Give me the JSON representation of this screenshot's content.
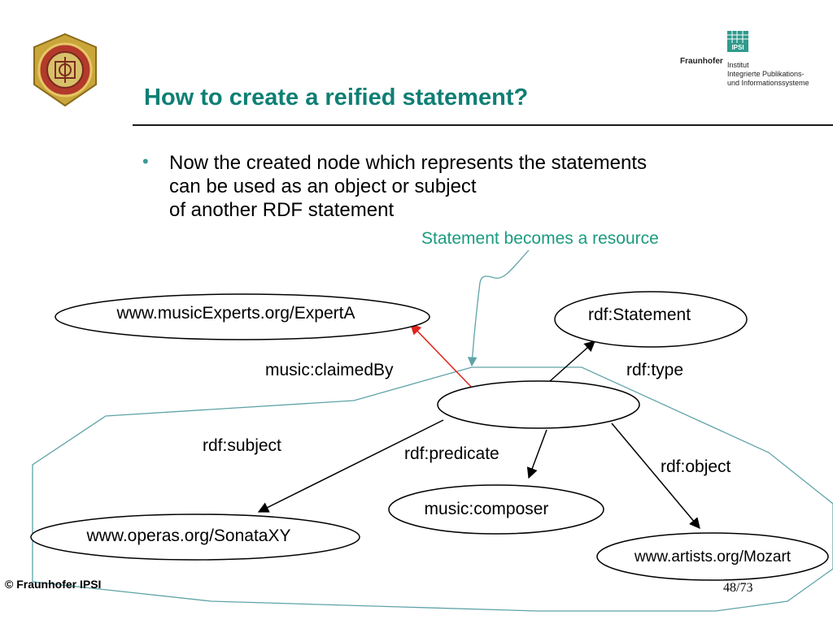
{
  "header": {
    "title": "How to create a reified statement?",
    "fraunhofer_brand": "Fraunhofer",
    "institute_lines": [
      "Institut",
      "Integrierte Publikations-",
      "und Informationssysteme"
    ],
    "ipsi_mark": "IPSI"
  },
  "bullet": {
    "lines": [
      "Now the created node which represents the statements",
      "can be used as an object or subject",
      "of another RDF statement"
    ]
  },
  "diagram": {
    "callout": "Statement becomes a resource",
    "nodes": {
      "expert": "www.musicExperts.org/ExpertA",
      "rdf_statement": "rdf:Statement",
      "composer": "music:composer",
      "sonata": "www.operas.org/SonataXY",
      "mozart": "www.artists.org/Mozart"
    },
    "edges": {
      "claimed_by": "music:claimedBy",
      "type": "rdf:type",
      "subject": "rdf:subject",
      "predicate": "rdf:predicate",
      "object": "rdf:object"
    },
    "colors": {
      "highlight_edge": "#e0241b",
      "boundary": "#5fa3a8",
      "callout_text": "#1a9b7f"
    }
  },
  "footer": {
    "copyright": "© Fraunhofer IPSI",
    "page": "48/73"
  }
}
